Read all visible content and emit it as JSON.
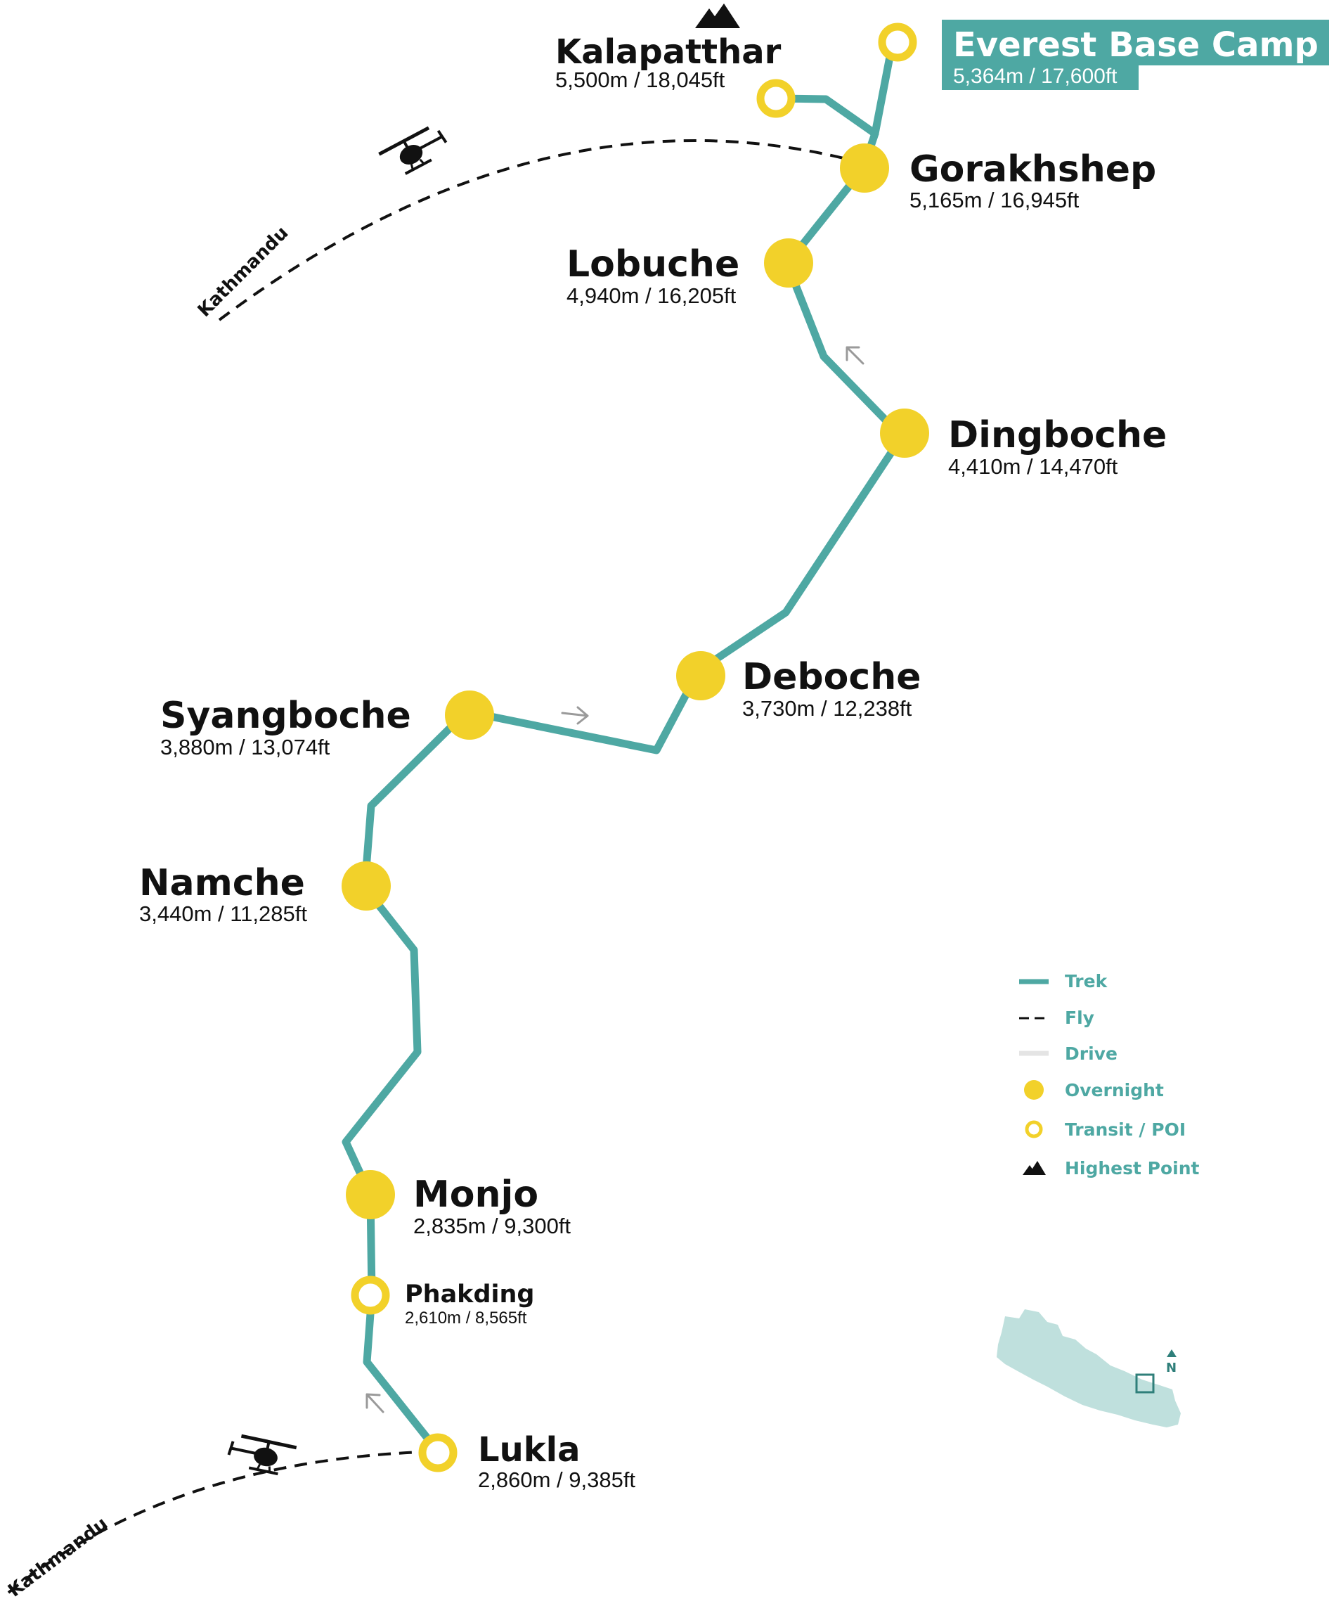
{
  "colors": {
    "trek": "#4ea8a3",
    "overnight": "#f2d12a",
    "highlight_box": "#4ea8a3",
    "nepal_map": "#bfe0dd",
    "legend_text": "#4ea8a3"
  },
  "places": {
    "ebc": {
      "name": "Everest Base Camp",
      "alt": "5,364m / 17,600ft",
      "type": "poi"
    },
    "kalapatthar": {
      "name": "Kalapatthar",
      "alt": "5,500m / 18,045ft",
      "type": "poi",
      "highest": true
    },
    "gorakhshep": {
      "name": "Gorakhshep",
      "alt": "5,165m / 16,945ft",
      "type": "overnight"
    },
    "lobuche": {
      "name": "Lobuche",
      "alt": "4,940m / 16,205ft",
      "type": "overnight"
    },
    "dingboche": {
      "name": "Dingboche",
      "alt": "4,410m / 14,470ft",
      "type": "overnight"
    },
    "deboche": {
      "name": "Deboche",
      "alt": "3,730m / 12,238ft",
      "type": "overnight"
    },
    "syangboche": {
      "name": "Syangboche",
      "alt": "3,880m / 13,074ft",
      "type": "overnight"
    },
    "namche": {
      "name": "Namche",
      "alt": "3,440m / 11,285ft",
      "type": "overnight"
    },
    "monjo": {
      "name": "Monjo",
      "alt": "2,835m / 9,300ft",
      "type": "overnight"
    },
    "phakding": {
      "name": "Phakding",
      "alt": "2,610m / 8,565ft",
      "type": "poi"
    },
    "lukla": {
      "name": "Lukla",
      "alt": "2,860m / 9,385ft",
      "type": "poi"
    }
  },
  "flights": {
    "upper_label": "Kathmandu",
    "lower_label": "Kathmandu",
    "icon": "helicopter-icon"
  },
  "legend": {
    "trek": "Trek",
    "fly": "Fly",
    "drive": "Drive",
    "overnight": "Overnight",
    "transit": "Transit / POI",
    "highest": "Highest Point"
  },
  "inset": {
    "north_label": "N",
    "region": "Nepal"
  }
}
